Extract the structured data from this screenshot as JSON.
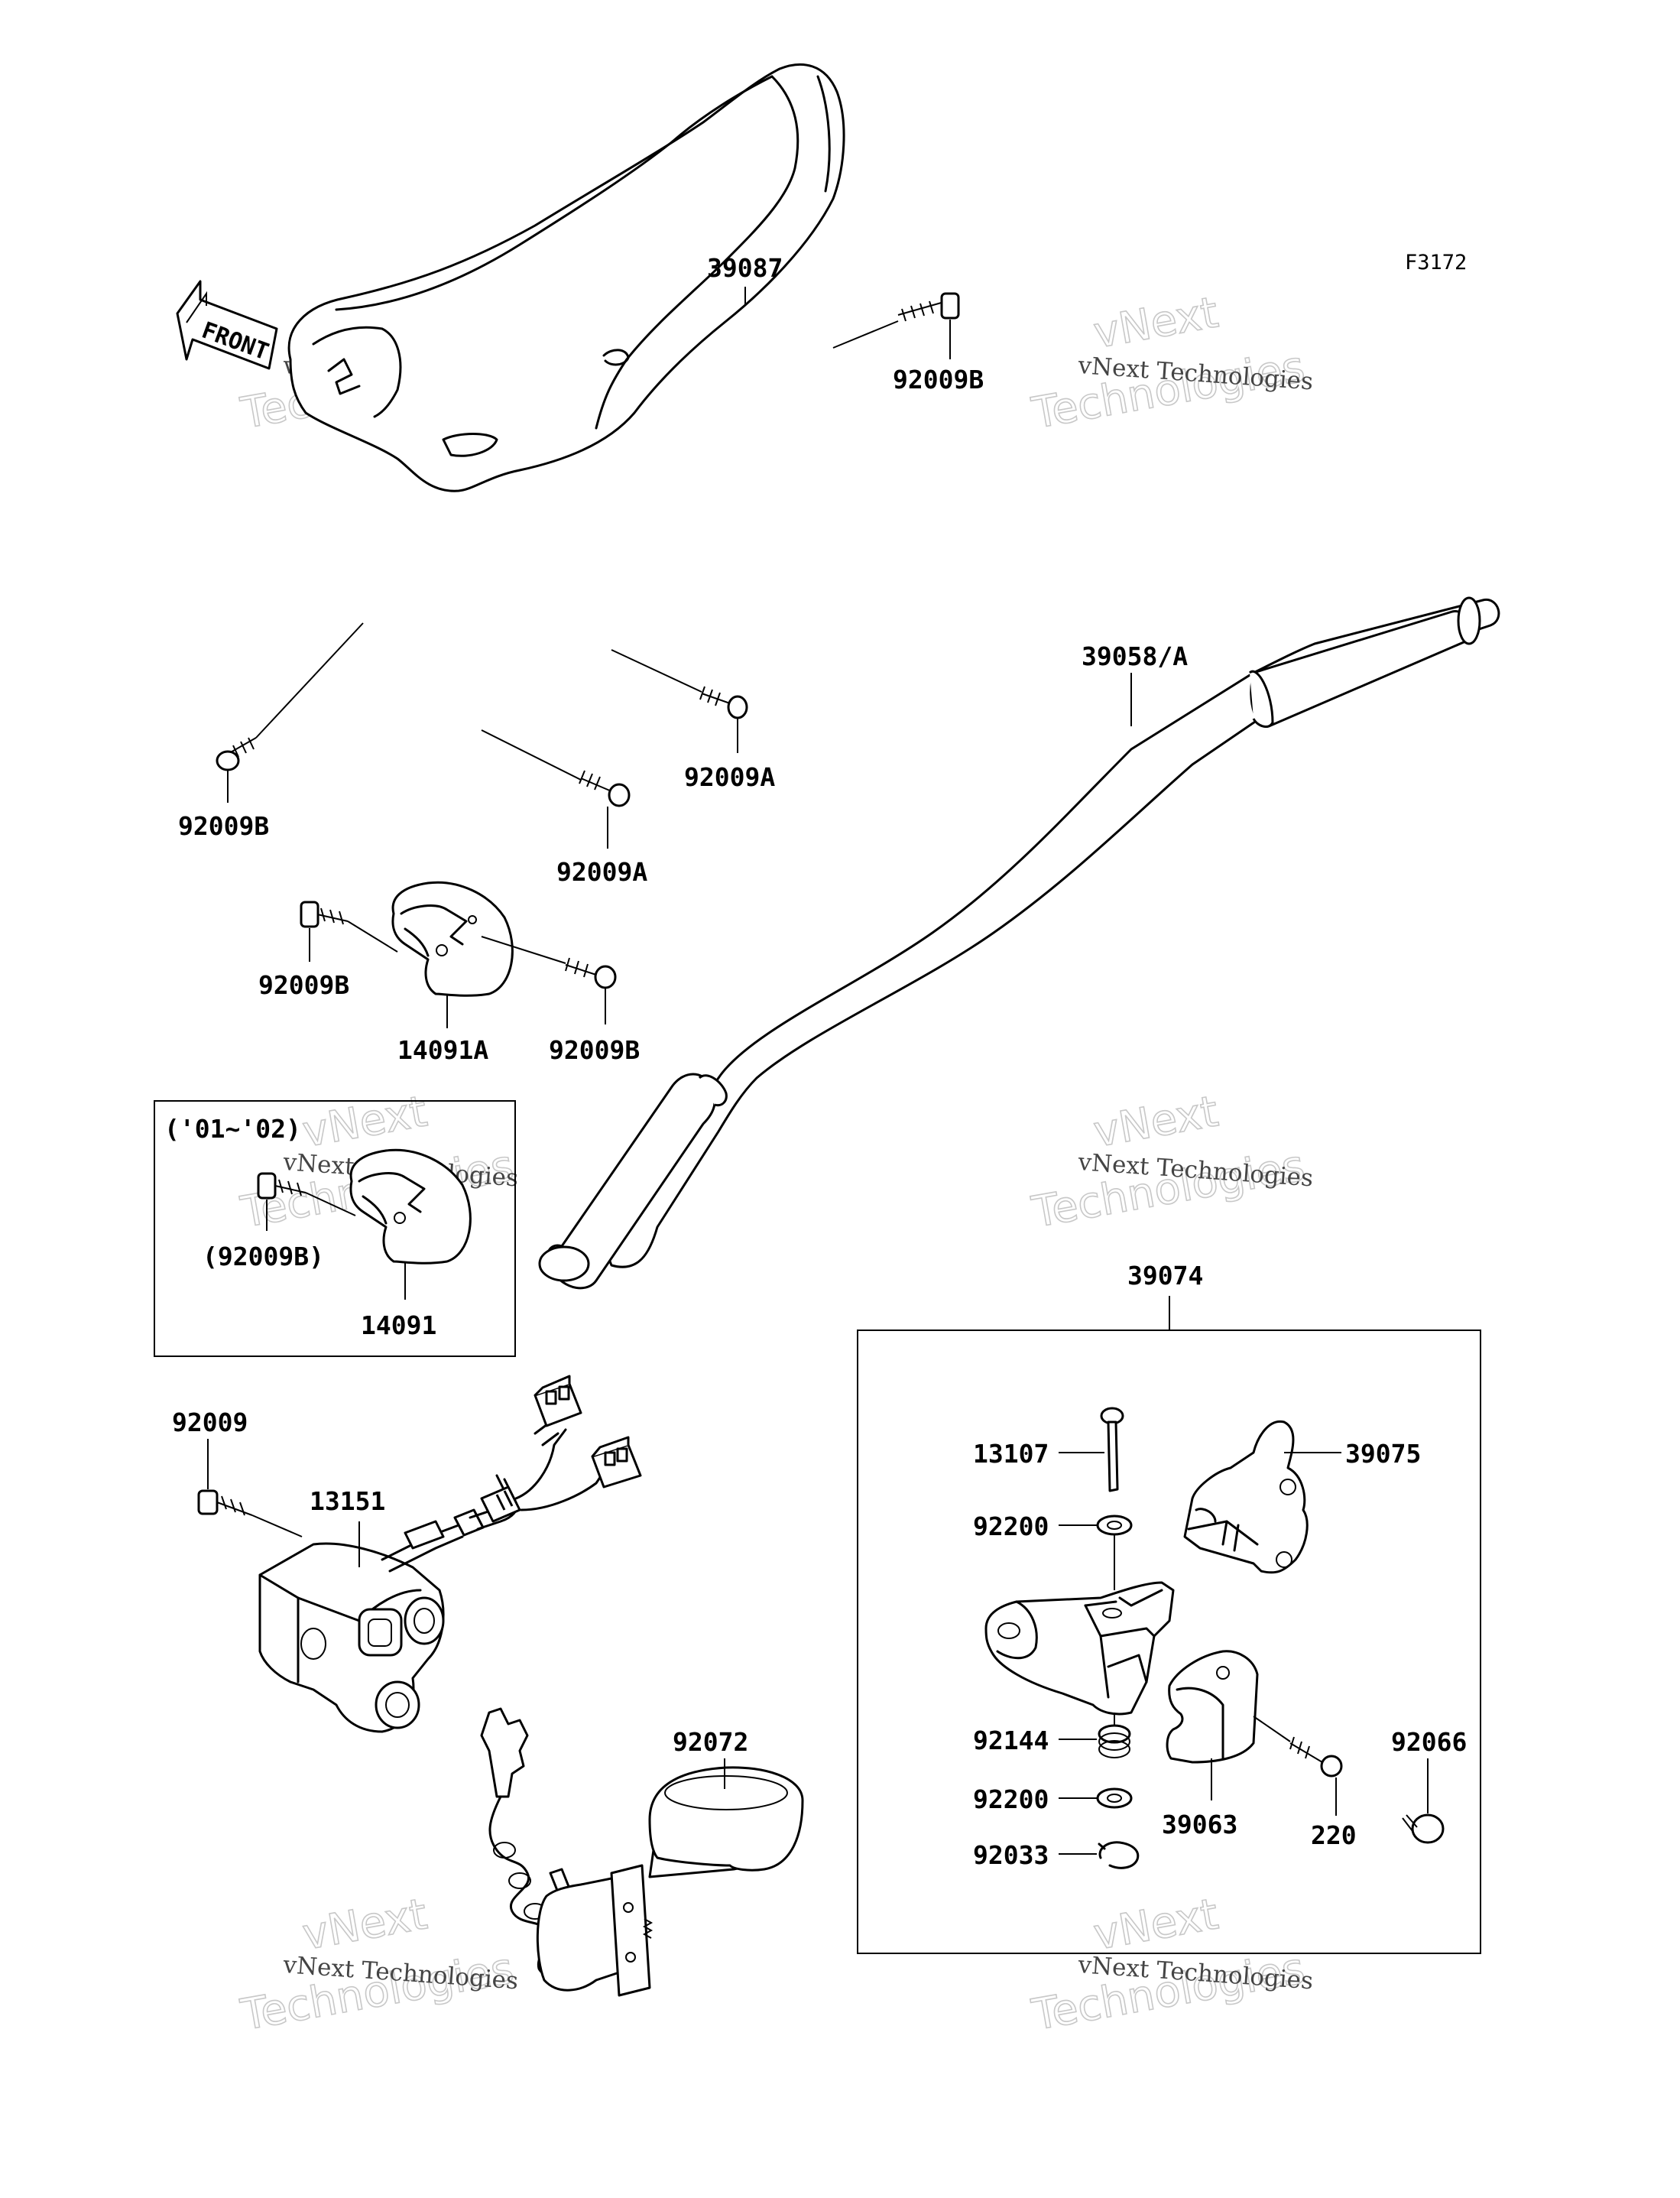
{
  "figure_code": "F3172",
  "front_indicator": "FRONT",
  "watermark": {
    "line1": "vNext",
    "line2": "Technologies",
    "caption": "vNext Technologies"
  },
  "inset_note": "('01~'02)",
  "labels": {
    "p39087": "39087",
    "p92009b_top": "92009B",
    "p39058a": "39058/A",
    "p92009a_1": "92009A",
    "p92009b_left": "92009B",
    "p92009a_2": "92009A",
    "p92009b_mid": "92009B",
    "p92009b_mid2": "92009B",
    "p14091a": "14091A",
    "p92009b_paren": "(92009B)",
    "p14091": "14091",
    "p39074": "39074",
    "p92009": "92009",
    "p13151": "13151",
    "p13107": "13107",
    "p39075": "39075",
    "p92200_1": "92200",
    "p92072": "92072",
    "p92144": "92144",
    "p92066": "92066",
    "p92200_2": "92200",
    "p39063": "39063",
    "p220": "220",
    "p92033": "92033"
  }
}
